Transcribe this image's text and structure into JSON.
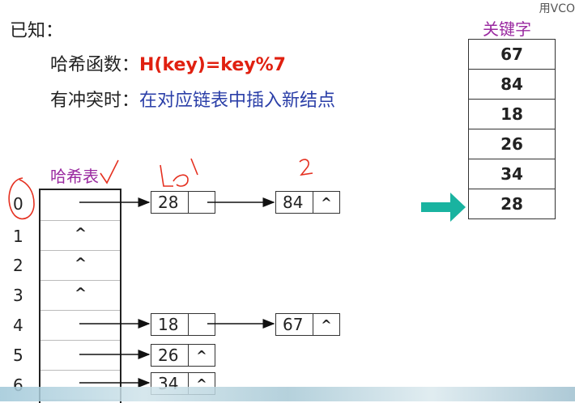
{
  "heading": "已知：",
  "hash_fn_label": "哈希函数：",
  "hash_fn": "H(key)=key%7",
  "collision_label": "有冲突时：",
  "collision_rule": "在对应链表中插入新结点",
  "keywords_title": "关键字",
  "keywords": [
    "67",
    "84",
    "18",
    "26",
    "34",
    "28"
  ],
  "hash_table_title": "哈希表",
  "indices": [
    "0",
    "1",
    "2",
    "3",
    "4",
    "5",
    "6"
  ],
  "null_marker": "^",
  "chains": {
    "c0n1": "28",
    "c0n2": "84",
    "c4n1": "18",
    "c4n2": "67",
    "c5n1": "26",
    "c6n1": "34"
  },
  "corner_text": "用VCO",
  "colors": {
    "red": "#e02010",
    "blue": "#2b3fa8",
    "purple": "#9a2aa0",
    "arrow": "#19b3a0"
  }
}
